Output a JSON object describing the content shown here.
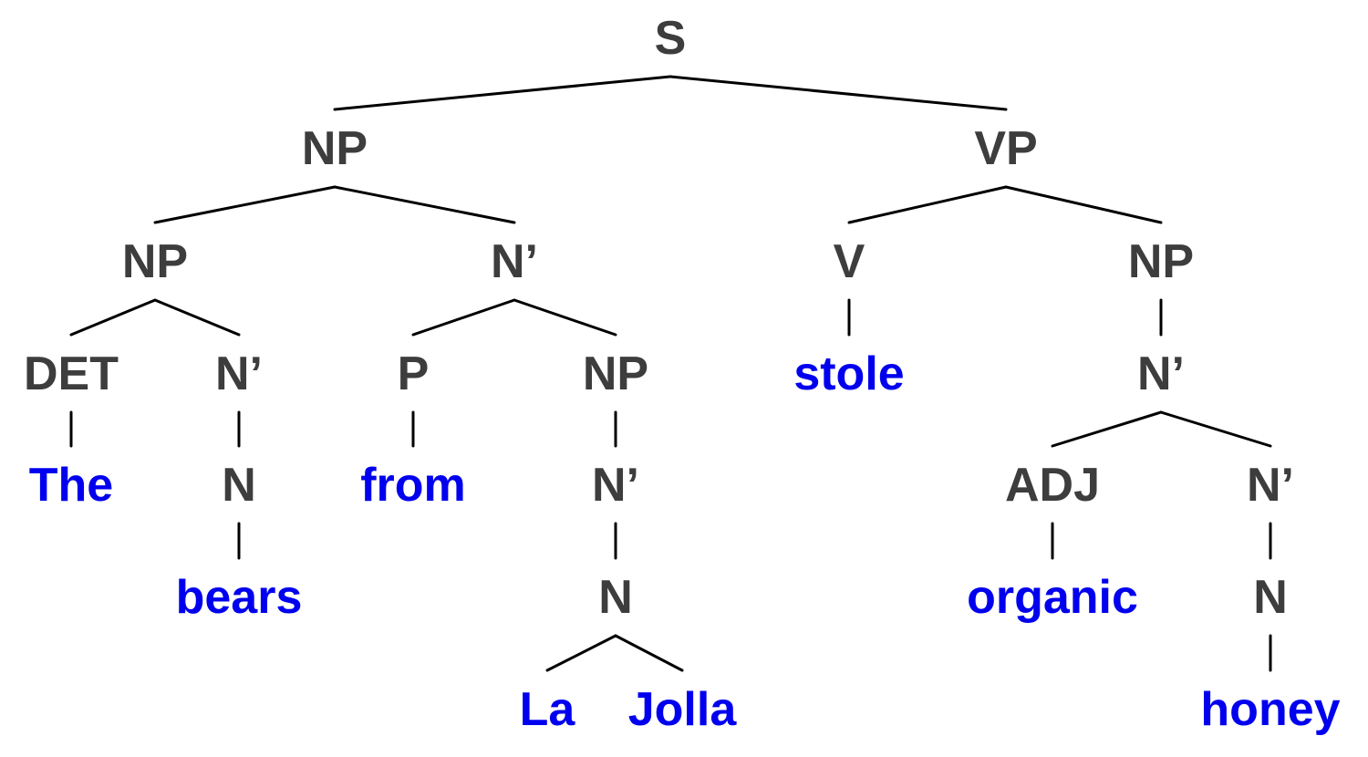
{
  "colors": {
    "category": "#3d3d3d",
    "word": "#0000ee",
    "edge": "#000000"
  },
  "tree": {
    "label": "S",
    "children": [
      {
        "label": "NP",
        "children": [
          {
            "label": "NP",
            "children": [
              {
                "label": "DET",
                "children": [
                  {
                    "label": "The",
                    "word": true
                  }
                ]
              },
              {
                "label": "N’",
                "children": [
                  {
                    "label": "N",
                    "children": [
                      {
                        "label": "bears",
                        "word": true
                      }
                    ]
                  }
                ]
              }
            ]
          },
          {
            "label": "N’",
            "children": [
              {
                "label": "P",
                "children": [
                  {
                    "label": "from",
                    "word": true
                  }
                ]
              },
              {
                "label": "NP",
                "children": [
                  {
                    "label": "N’",
                    "children": [
                      {
                        "label": "N",
                        "children": [
                          {
                            "label": "La",
                            "word": true
                          },
                          {
                            "label": "Jolla",
                            "word": true
                          }
                        ]
                      }
                    ]
                  }
                ]
              }
            ]
          }
        ]
      },
      {
        "label": "VP",
        "children": [
          {
            "label": "V",
            "children": [
              {
                "label": "stole",
                "word": true
              }
            ]
          },
          {
            "label": "NP",
            "children": [
              {
                "label": "N’",
                "children": [
                  {
                    "label": "ADJ",
                    "children": [
                      {
                        "label": "organic",
                        "word": true
                      }
                    ]
                  },
                  {
                    "label": "N’",
                    "children": [
                      {
                        "label": "N",
                        "children": [
                          {
                            "label": "honey",
                            "word": true
                          }
                        ]
                      }
                    ]
                  }
                ]
              }
            ]
          }
        ]
      }
    ]
  }
}
